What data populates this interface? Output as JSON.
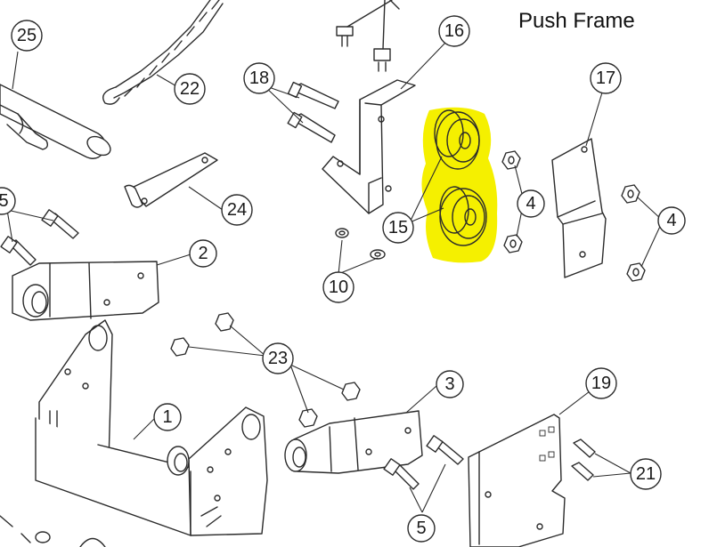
{
  "title": "Push Frame",
  "highlight_color": "#f5f000",
  "callouts": [
    {
      "id": "c25",
      "label": "25"
    },
    {
      "id": "c22",
      "label": "22"
    },
    {
      "id": "c18",
      "label": "18"
    },
    {
      "id": "c16",
      "label": "16"
    },
    {
      "id": "c17",
      "label": "17"
    },
    {
      "id": "c24",
      "label": "24"
    },
    {
      "id": "c15",
      "label": "15"
    },
    {
      "id": "c4a",
      "label": "4"
    },
    {
      "id": "c4b",
      "label": "4"
    },
    {
      "id": "c5a",
      "label": "5"
    },
    {
      "id": "c2",
      "label": "2"
    },
    {
      "id": "c10",
      "label": "10"
    },
    {
      "id": "c23",
      "label": "23"
    },
    {
      "id": "c1",
      "label": "1"
    },
    {
      "id": "c3",
      "label": "3"
    },
    {
      "id": "c19",
      "label": "19"
    },
    {
      "id": "c21",
      "label": "21"
    },
    {
      "id": "c5b",
      "label": "5"
    }
  ]
}
